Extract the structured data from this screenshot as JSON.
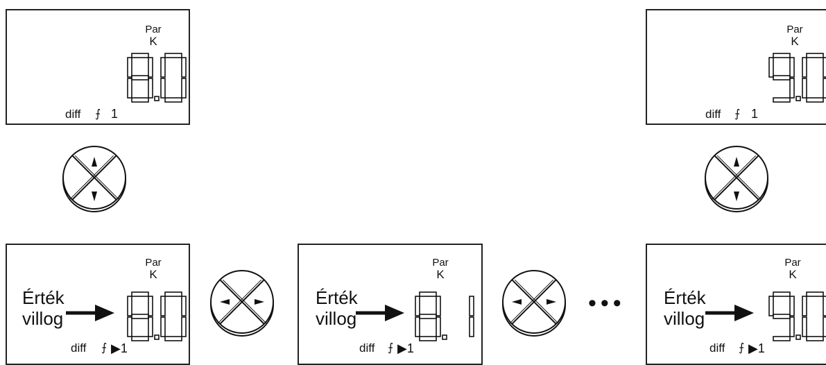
{
  "displays": [
    {
      "par": "Par",
      "unit": "K",
      "value": "8.0",
      "diff_label": "diff",
      "indicator": "1"
    },
    {
      "par": "Par",
      "unit": "K",
      "value": "9.0",
      "diff_label": "diff",
      "indicator": "1"
    },
    {
      "par": "Par",
      "unit": "K",
      "value": "8.0",
      "diff_label": "diff",
      "indicator": "▶1",
      "note_line1": "Érték",
      "note_line2": "villog"
    },
    {
      "par": "Par",
      "unit": "K",
      "value": "8.1",
      "diff_label": "diff",
      "indicator": "▶1",
      "note_line1": "Érték",
      "note_line2": "villog"
    },
    {
      "par": "Par",
      "unit": "K",
      "value": "9.0",
      "diff_label": "diff",
      "indicator": "▶1",
      "note_line1": "Érték",
      "note_line2": "villog"
    }
  ],
  "keypads": [
    {
      "type": "up-down"
    },
    {
      "type": "up-down"
    },
    {
      "type": "left-right"
    },
    {
      "type": "left-right"
    }
  ],
  "ellipsis": "•••",
  "colors": {
    "line": "#222222",
    "background": "#ffffff"
  }
}
